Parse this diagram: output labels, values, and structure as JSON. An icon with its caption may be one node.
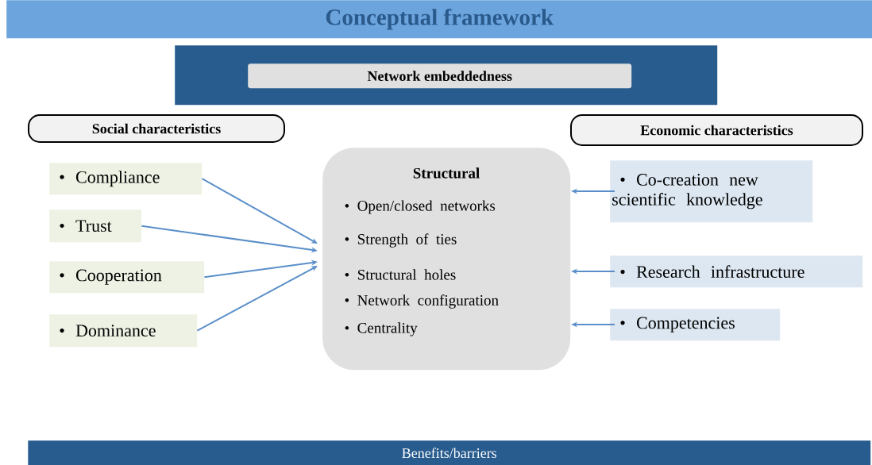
{
  "diagram": {
    "title": "Conceptual framework",
    "nodes": [
      {
        "text": [],
        "shape": "box"
      },
      {
        "text": [
          "Network embeddedness"
        ],
        "in": 0
      },
      {
        "text": [
          "Social characteristics"
        ]
      },
      {
        "text": [
          "Economic characteristics"
        ]
      },
      {
        "text": [
          "Structural",
          "• Open/closed networks",
          "• Strength of ties",
          "• Structural holes",
          "• Network configuration",
          "• Centrality"
        ]
      },
      {
        "text": [
          "• Compliance"
        ]
      },
      {
        "text": [
          "• Trust"
        ]
      },
      {
        "text": [
          "• Cooperation"
        ]
      },
      {
        "text": [
          "• Dominance"
        ]
      },
      {
        "text": [
          "• Co-creation new scientific knowledge"
        ]
      },
      {
        "text": [
          "• Research infrastructure"
        ]
      },
      {
        "text": [
          "• Competencies"
        ]
      },
      {
        "text": [
          "Benefits/barriers"
        ]
      }
    ],
    "edges": [
      {
        "from": 5,
        "to": 4,
        "arrow": "to"
      },
      {
        "from": 6,
        "to": 4,
        "arrow": "to"
      },
      {
        "from": 7,
        "to": 4,
        "arrow": "to"
      },
      {
        "from": 8,
        "to": 4,
        "arrow": "to"
      },
      {
        "from": 9,
        "to": 4,
        "arrow": "to"
      },
      {
        "from": 10,
        "to": 4,
        "arrow": "to"
      },
      {
        "from": 11,
        "to": 4,
        "arrow": "to"
      }
    ]
  }
}
